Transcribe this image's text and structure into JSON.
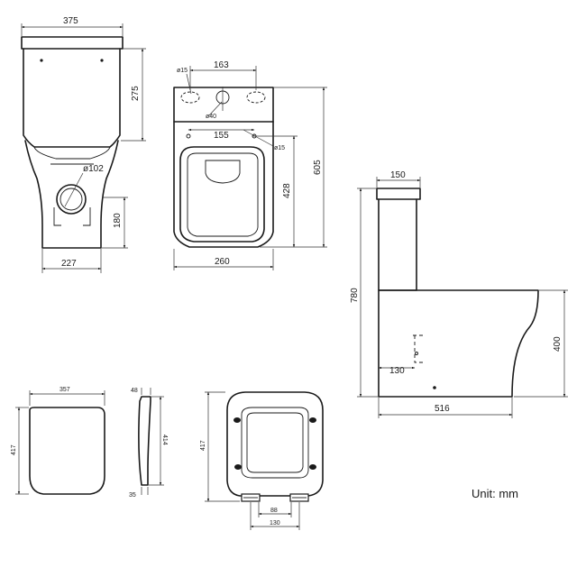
{
  "units_label": "Unit: mm",
  "front_view": {
    "width": "375",
    "cistern_height": "275",
    "outlet_diameter": "ø102",
    "outlet_height": "180",
    "base_width": "227"
  },
  "top_view": {
    "hole_spacing": "163",
    "fixing_hole": "ø15",
    "flush_hole": "ø40",
    "seat_hole_spacing": "155",
    "seat_hole": "ø15",
    "bowl_length": "428",
    "total_length": "605",
    "base_width": "260"
  },
  "side_view": {
    "cistern_depth": "150",
    "total_height": "780",
    "outlet_offset": "130",
    "bowl_height": "400",
    "projection": "516"
  },
  "seat_front": {
    "width": "357",
    "height": "417"
  },
  "seat_profile": {
    "top_thickness": "48",
    "height": "414",
    "bottom_thickness": "35"
  },
  "seat_underside": {
    "height": "417",
    "hinge_inner": "88",
    "hinge_outer": "130"
  }
}
